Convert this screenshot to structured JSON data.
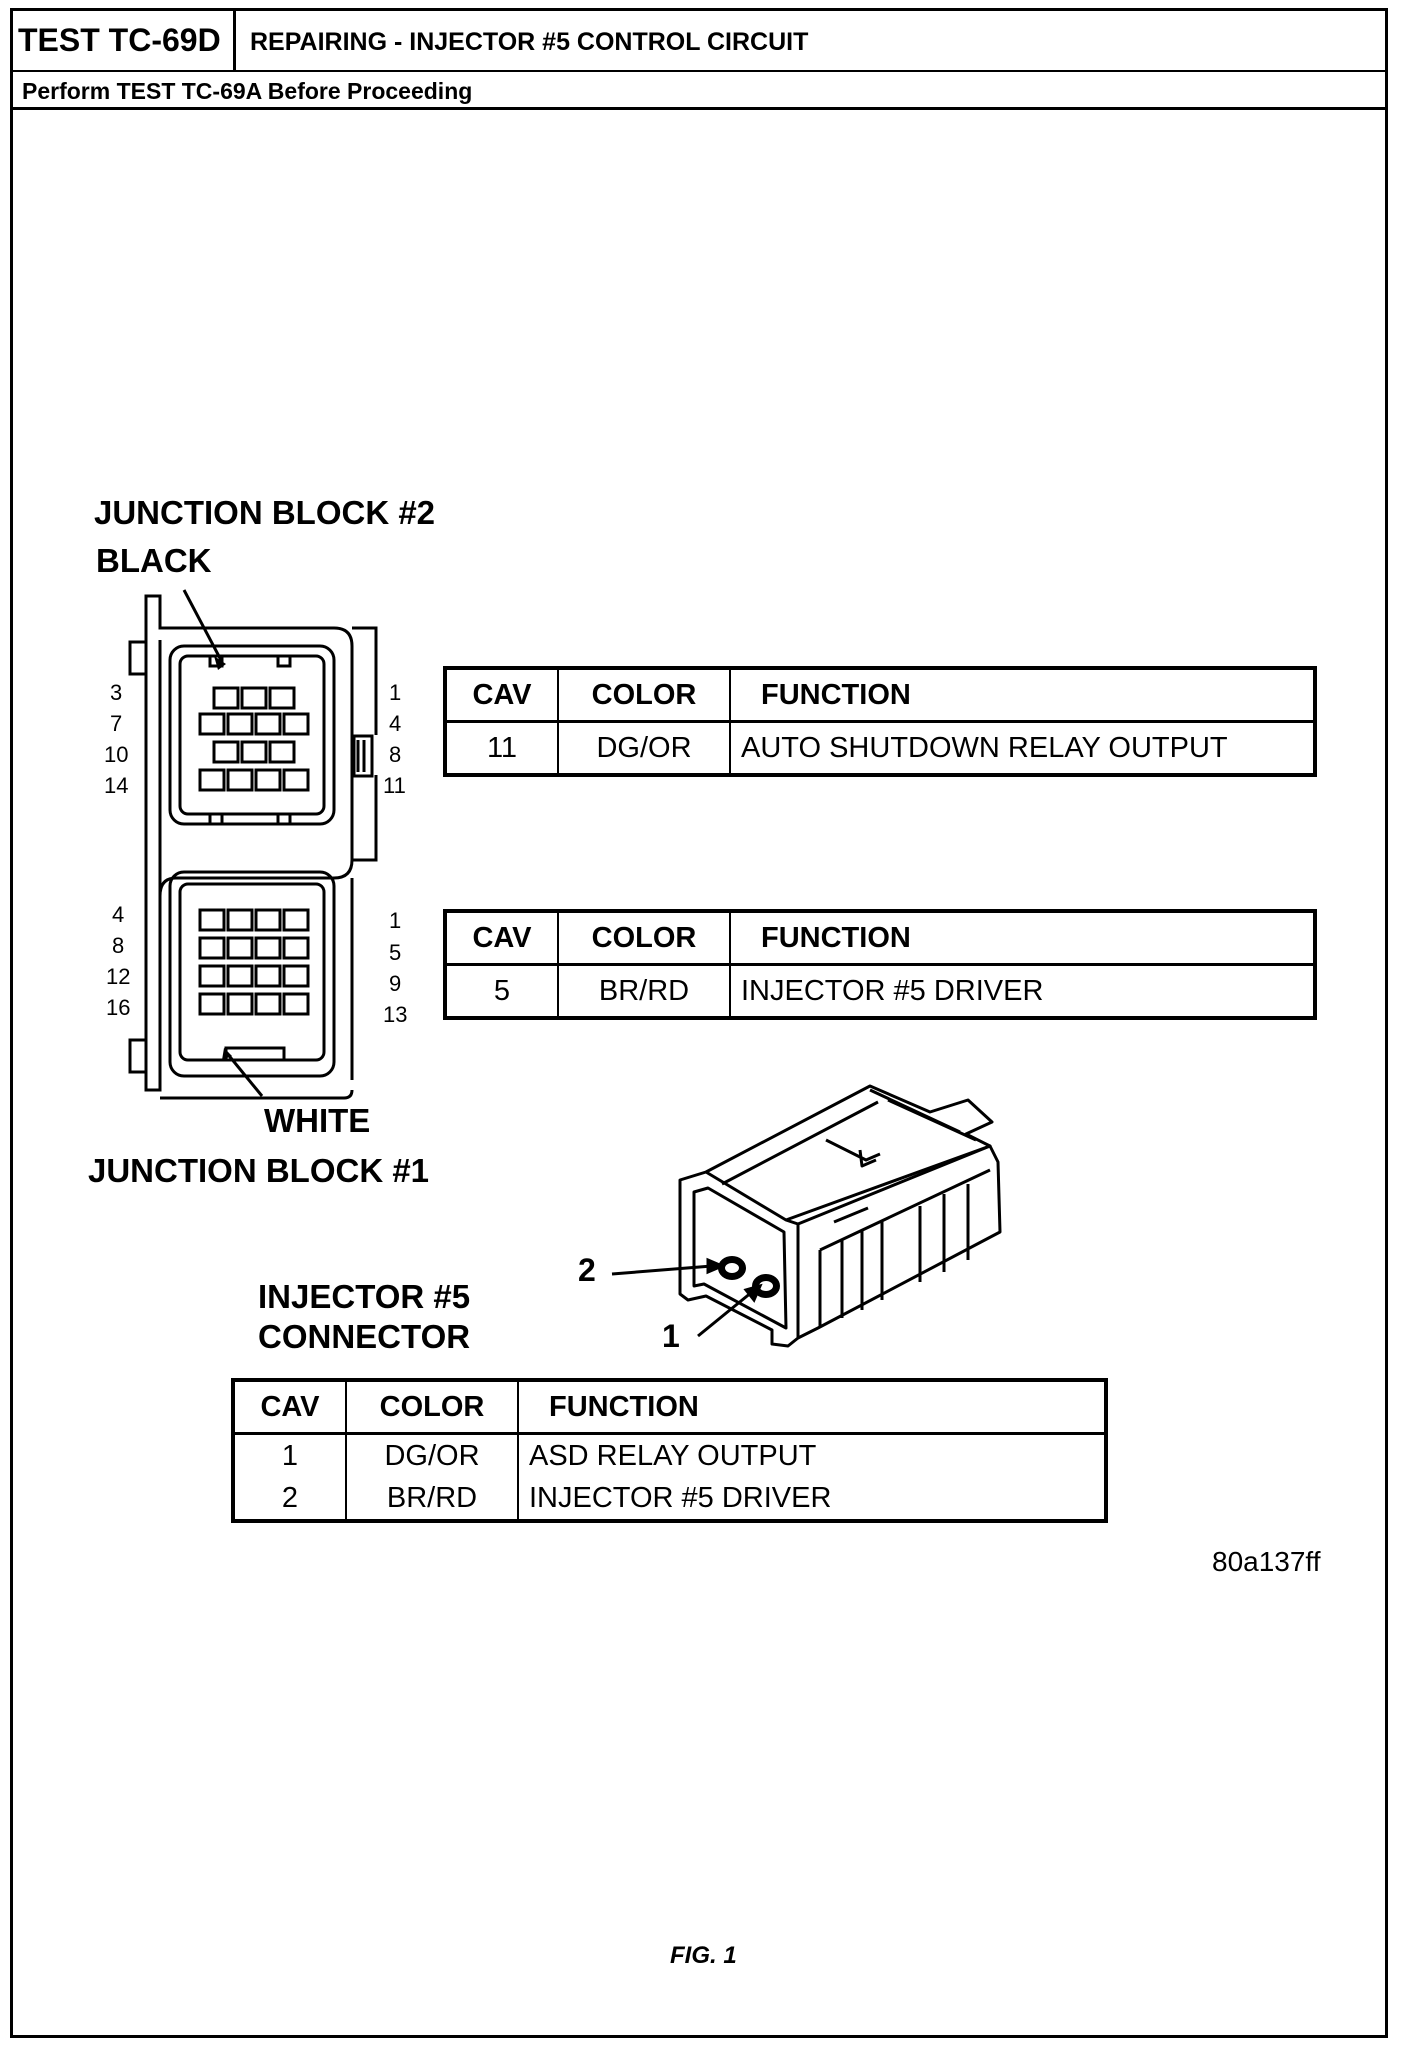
{
  "header": {
    "test_id": "TEST TC-69D",
    "title": "REPAIRING - INJECTOR #5 CONTROL CIRCUIT",
    "subtitle": "Perform TEST TC-69A Before Proceeding"
  },
  "junction_block_2": {
    "label_line1": "JUNCTION BLOCK #2",
    "label_line2": "BLACK",
    "pins_left": [
      "3",
      "7",
      "10",
      "14"
    ],
    "pins_right": [
      "1",
      "4",
      "8",
      "11"
    ],
    "table": {
      "headers": [
        "CAV",
        "COLOR",
        "FUNCTION"
      ],
      "rows": [
        [
          "11",
          "DG/OR",
          "AUTO SHUTDOWN RELAY OUTPUT"
        ]
      ]
    }
  },
  "junction_block_1": {
    "label_line1": "WHITE",
    "label_line2": "JUNCTION BLOCK #1",
    "pins_left": [
      "4",
      "8",
      "12",
      "16"
    ],
    "pins_right": [
      "1",
      "5",
      "9",
      "13"
    ],
    "table": {
      "headers": [
        "CAV",
        "COLOR",
        "FUNCTION"
      ],
      "rows": [
        [
          "5",
          "BR/RD",
          "INJECTOR #5 DRIVER"
        ]
      ]
    }
  },
  "injector_connector": {
    "label_line1": "INJECTOR #5",
    "label_line2": "CONNECTOR",
    "callout_2": "2",
    "callout_1": "1",
    "table": {
      "headers": [
        "CAV",
        "COLOR",
        "FUNCTION"
      ],
      "rows": [
        [
          "1",
          "DG/OR",
          "ASD RELAY OUTPUT"
        ],
        [
          "2",
          "BR/RD",
          "INJECTOR #5 DRIVER"
        ]
      ]
    }
  },
  "figure_id": "80a137ff",
  "figure_caption": "FIG. 1"
}
